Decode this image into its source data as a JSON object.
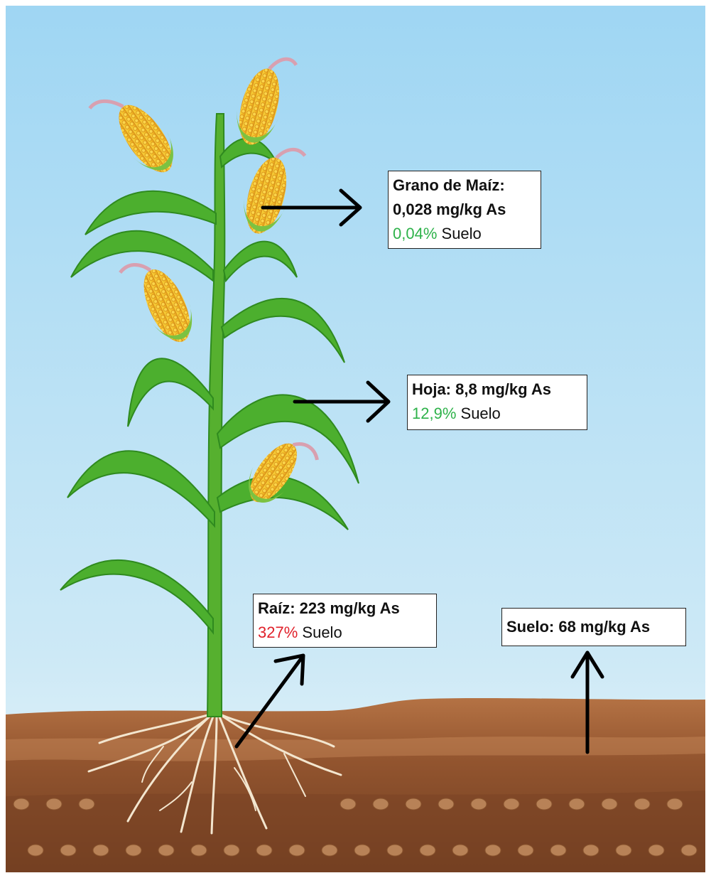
{
  "labels": {
    "grano": {
      "title": "Grano de Maíz:",
      "value": "0,028 mg/kg As",
      "percent": "0,04%",
      "percent_color": "#2eb24a",
      "suffix": "Suelo"
    },
    "hoja": {
      "title": "Hoja: 8,8 mg/kg As",
      "percent": "12,9%",
      "percent_color": "#2eb24a",
      "suffix": "Suelo"
    },
    "raiz": {
      "title": "Raíz: 223 mg/kg As",
      "percent": "327%",
      "percent_color": "#e0202a",
      "suffix": "Suelo"
    },
    "suelo": {
      "title": "Suelo: 68 mg/kg As"
    }
  },
  "colors": {
    "sky_top": "#9fd6f3",
    "sky_bottom": "#e6f4fb",
    "soil_top": "#a86a3e",
    "soil_mid": "#8a4f2c",
    "soil_dark": "#6e3c20",
    "leaf": "#4caf2e",
    "leaf_dark": "#2f8a1f",
    "corn": "#f2b824",
    "husk": "#7cc242",
    "root": "#f3e6cf",
    "arrow": "#000000"
  },
  "icons": [
    "corn-plant-icon",
    "corn-cob-icon",
    "root-icon",
    "arrow-icon"
  ]
}
